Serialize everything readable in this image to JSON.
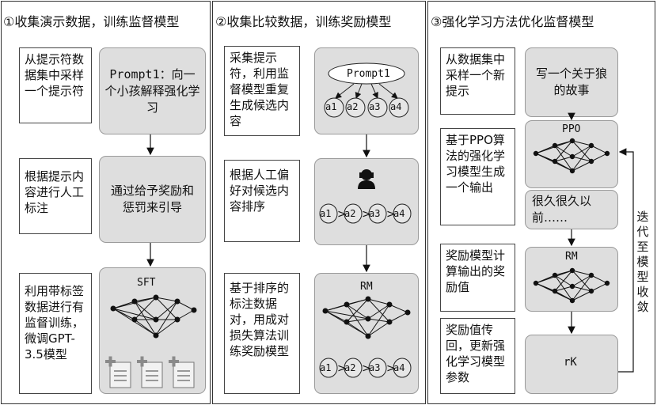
{
  "panels": [
    {
      "title": "①收集演示数据，训练监督模型",
      "notes": [
        "从提示符数据集中采样一个提示符",
        "根据提示内容进行人工标注",
        "利用带标签数据进行有监督训练，微调GPT-3.5模型"
      ],
      "boxes": [
        "Prompt1：向一个小孩解释强化学习",
        "通过给予奖励和惩罚来引导"
      ],
      "model_label": "SFT"
    },
    {
      "title": "②收集比较数据，训练奖励模型",
      "notes": [
        "采集提示符，利用监督模型重复生成候选内容",
        "根据人工偏好对候选内容排序",
        "基于排序的标注数据对，用成对损失算法训练奖励模型"
      ],
      "prompt_label": "Prompt1",
      "candidates": [
        "a1",
        "a2",
        "a3",
        "a4"
      ],
      "model_label": "RM"
    },
    {
      "title": "③强化学习方法优化监督模型",
      "notes": [
        "从数据集中采样一个新提示",
        "基于PPO算法的强化学习模型生成一个输出",
        "奖励模型计算输出的奖励值",
        "奖励值传回，更新强化学习模型参数"
      ],
      "boxes": [
        "写一个关于狼的故事",
        "很久很久以前……"
      ],
      "ppo_label": "PPO",
      "rm_label": "RM",
      "reward_label": "rK",
      "loop_label": "迭代至模型收敛"
    }
  ]
}
